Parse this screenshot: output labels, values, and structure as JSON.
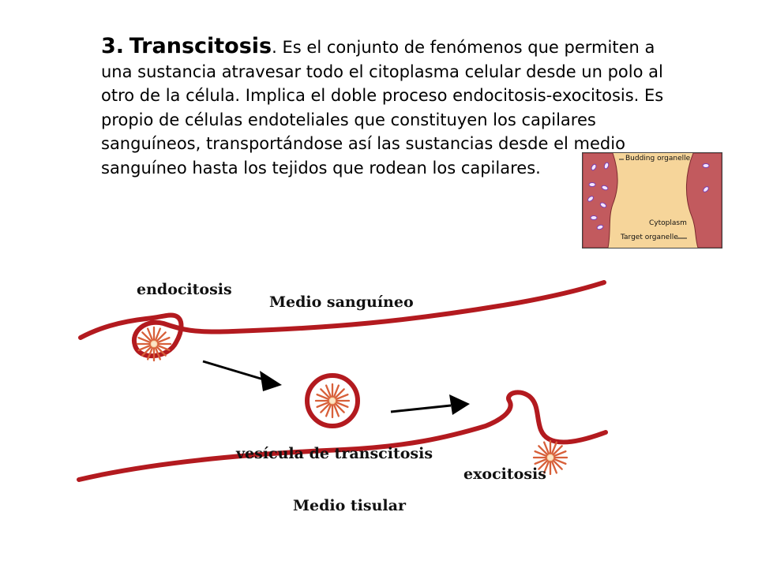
{
  "slide": {
    "number": "3.",
    "title": "Transcitosis",
    "title_punct": ".",
    "body": "Es el conjunto de fenómenos que permiten a una sustancia atravesar todo el citoplasma celular desde un polo al otro de la célula. Implica el doble proceso endocitosis-exocitosis. Es propio de células endoteliales que constituyen los capilares sanguíneos, transportándose así las sustancias desde el medio sanguíneo hasta los tejidos que rodean los capilares."
  },
  "inset": {
    "budding_label": "Budding organelle",
    "cytoplasm_label": "Cytoplasm",
    "target_label": "Target organelle"
  },
  "diagram": {
    "endocitosis_label": "endocitosis",
    "medio_sanguineo_label": "Medio sanguíneo",
    "vesicula_label": "vesícula de transcitosis",
    "exocitosis_label": "exocitosis",
    "medio_tisular_label": "Medio tisular"
  },
  "colors": {
    "membrane": "#b31a1f",
    "particle": "#d8603a",
    "inset_bg": "#f6d59a",
    "inset_wall": "#c25a5e"
  }
}
